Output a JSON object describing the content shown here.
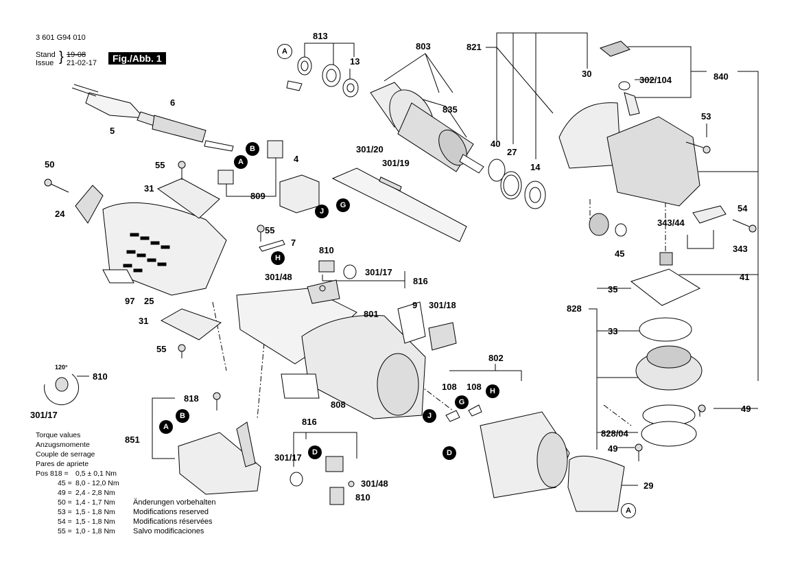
{
  "header": {
    "doc_number": "3 601 G94 010",
    "stand_label": "Stand",
    "issue_label": "Issue",
    "stand_old": "19-08",
    "stand_new": "21-02-17",
    "fig_label": "Fig./Abb. 1"
  },
  "part_labels": {
    "p813": "813",
    "p803": "803",
    "p821": "821",
    "p30": "30",
    "p840": "840",
    "p302_104": "302/104",
    "p13": "13",
    "p835": "835",
    "p5": "5",
    "p6": "6",
    "p53": "53",
    "p40": "40",
    "p27": "27",
    "p14": "14",
    "p301_20": "301/20",
    "p301_19": "301/19",
    "p4": "4",
    "p50": "50",
    "p55a": "55",
    "p31a": "31",
    "p809": "809",
    "p24": "24",
    "p54": "54",
    "p343_44": "343/44",
    "p343": "343",
    "p45": "45",
    "p55b": "55",
    "p7": "7",
    "p810a": "810",
    "p41": "41",
    "p301_48a": "301/48",
    "p301_17a": "301/17",
    "p816a": "816",
    "p35": "35",
    "p828": "828",
    "p97": "97",
    "p25": "25",
    "p9": "9",
    "p801": "801",
    "p301_18": "301/18",
    "p31b": "31",
    "p33": "33",
    "p55c": "55",
    "p802": "802",
    "p810b": "810",
    "p301_17b": "301/17",
    "p108a": "108",
    "p108b": "108",
    "p818": "818",
    "p808": "808",
    "p49a": "49",
    "p851": "851",
    "p816b": "816",
    "p828_04": "828/04",
    "p49b": "49",
    "p301_17c": "301/17",
    "p301_48b": "301/48",
    "p810c": "810",
    "p29": "29"
  },
  "circle_labels": {
    "A1": "A",
    "B1": "B",
    "A2": "A",
    "G1": "G",
    "J1": "J",
    "H1": "H",
    "A3": "A",
    "B2": "B",
    "J2": "J",
    "G2": "G",
    "H2": "H",
    "D1": "D",
    "D2": "D",
    "A4": "A"
  },
  "angle_label": "120°",
  "torque": {
    "title_lines": [
      "Torque values",
      "Anzugsmomente",
      "Couple de serrage",
      "Pares de apriete"
    ],
    "rows": [
      {
        "pos": "Pos 818 =",
        "val": "0,5 ± 0,1 Nm"
      },
      {
        "pos": "45 =",
        "val": "8,0 - 12,0 Nm"
      },
      {
        "pos": "49 =",
        "val": "2,4 - 2,8 Nm"
      },
      {
        "pos": "50 =",
        "val": "1,4 - 1,7 Nm"
      },
      {
        "pos": "53 =",
        "val": "1,5 - 1,8 Nm"
      },
      {
        "pos": "54 =",
        "val": "1,5 - 1,8 Nm"
      },
      {
        "pos": "55 =",
        "val": "1,0 - 1,8 Nm"
      }
    ]
  },
  "modifications": [
    "Änderungen vorbehalten",
    "Modifications reserved",
    "Modifications réservées",
    "Salvo modificaciones"
  ]
}
